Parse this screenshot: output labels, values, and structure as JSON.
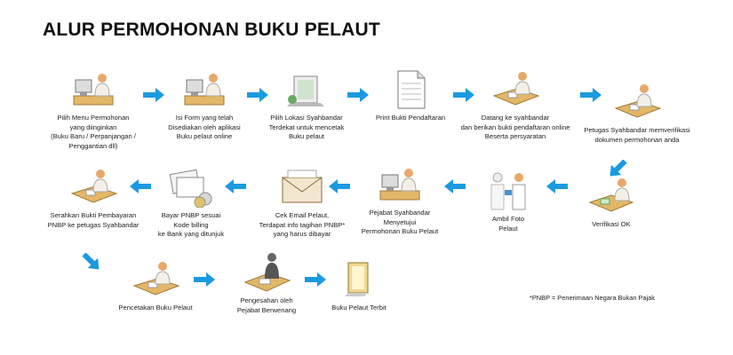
{
  "title": "ALUR PERMOHONAN BUKU PELAUT",
  "steps": [
    {
      "label": [
        "Pilih Menu Permohonan",
        "yang diinginkan",
        "(Buku Baru / Perpanjangan /",
        "Penggantian dll)"
      ],
      "icon": "person-at-computer-icon"
    },
    {
      "label": [
        "Isi Form yang telah",
        "Disediakan oleh aplikasi",
        "Buku pelaut online"
      ],
      "icon": "person-at-computer-icon"
    },
    {
      "label": [
        "Pilih Lokasi Syahbandar",
        "Terdekat untuk mencetak",
        "Buku pelaut"
      ],
      "icon": "building-icon"
    },
    {
      "label": [
        "Print Bukti Pendaftaran"
      ],
      "icon": "document-icon"
    },
    {
      "label": [
        "Datang ke syahbandar",
        "dan berikan bukti pendaftaran online",
        "Beserta persyaratan"
      ],
      "icon": "person-at-desk-icon"
    },
    {
      "label": [
        "Petugas Syahbandar memverifikasi",
        "dokumen permohonan anda"
      ],
      "icon": "person-at-desk-icon"
    },
    {
      "label": [
        "Verifikasi OK"
      ],
      "icon": "person-verifying-icon"
    },
    {
      "label": [
        "Ambil Foto",
        "Pelaut"
      ],
      "icon": "photo-people-icon"
    },
    {
      "label": [
        "Pejabat Syahbandar",
        "Menyetujui",
        "Permohonan Buku Pelaut"
      ],
      "icon": "person-at-computer-icon"
    },
    {
      "label": [
        "Cek Email Pelaut,",
        "Terdapat info tagihan PNBP*",
        "yang harus dibayar"
      ],
      "icon": "envelope-icon"
    },
    {
      "label": [
        "Bayar PNBP sesuai",
        "Kode billing",
        "ke Bank yang ditunjuk"
      ],
      "icon": "money-icon"
    },
    {
      "label": [
        "Serahkan Bukti Pembayaran",
        "PNBP ke petugas Syahbandar"
      ],
      "icon": "person-at-desk-icon"
    },
    {
      "label": [
        "Pencetakan Buku Pelaut"
      ],
      "icon": "person-at-desk-icon"
    },
    {
      "label": [
        "Pengesahan oleh",
        "Pejabat Berwenang"
      ],
      "icon": "person-signing-icon"
    },
    {
      "label": [
        "Buku Pelaut Terbit"
      ],
      "icon": "book-icon"
    }
  ],
  "footnote": "*PNBP = Penerimaan Negara Bukan Pajak",
  "colors": {
    "arrow": "#1a9ae0",
    "desk": "#e2b768",
    "skin": "#e8a86a"
  }
}
